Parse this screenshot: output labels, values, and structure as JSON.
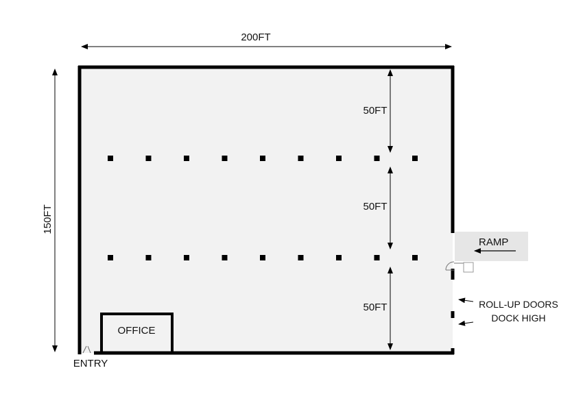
{
  "floor_plan": {
    "width_label": "200FT",
    "height_label": "150FT",
    "bay_labels": [
      "50FT",
      "50FT",
      "50FT"
    ],
    "office_label": "OFFICE",
    "entry_label": "ENTRY",
    "ramp_label": "RAMP",
    "rollup_line1": "ROLL-UP DOORS",
    "rollup_line2": "DOCK HIGH",
    "columns_per_row": 9,
    "column_rows": 2,
    "colors": {
      "wall": "#000000",
      "floor": "#f2f2f2",
      "ramp": "#e6e6e6",
      "text": "#111111"
    }
  }
}
